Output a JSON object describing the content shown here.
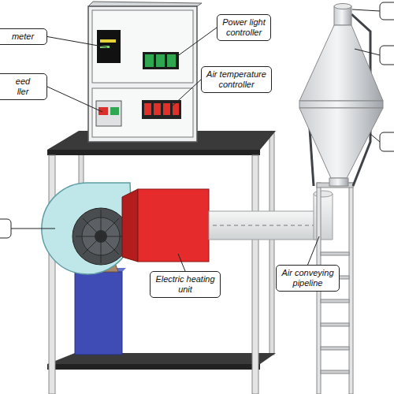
{
  "diagram": {
    "nodes": [
      {
        "text": [
          "Power light controller"
        ]
      },
      {
        "text": [
          "meter"
        ]
      },
      {
        "text": [
          "Air temperature controller"
        ]
      },
      {
        "text": [
          "eed ller"
        ]
      },
      {
        "text": [
          "Air conveying pipeline"
        ]
      },
      {
        "text": [
          "Electric heating unit"
        ]
      }
    ]
  }
}
